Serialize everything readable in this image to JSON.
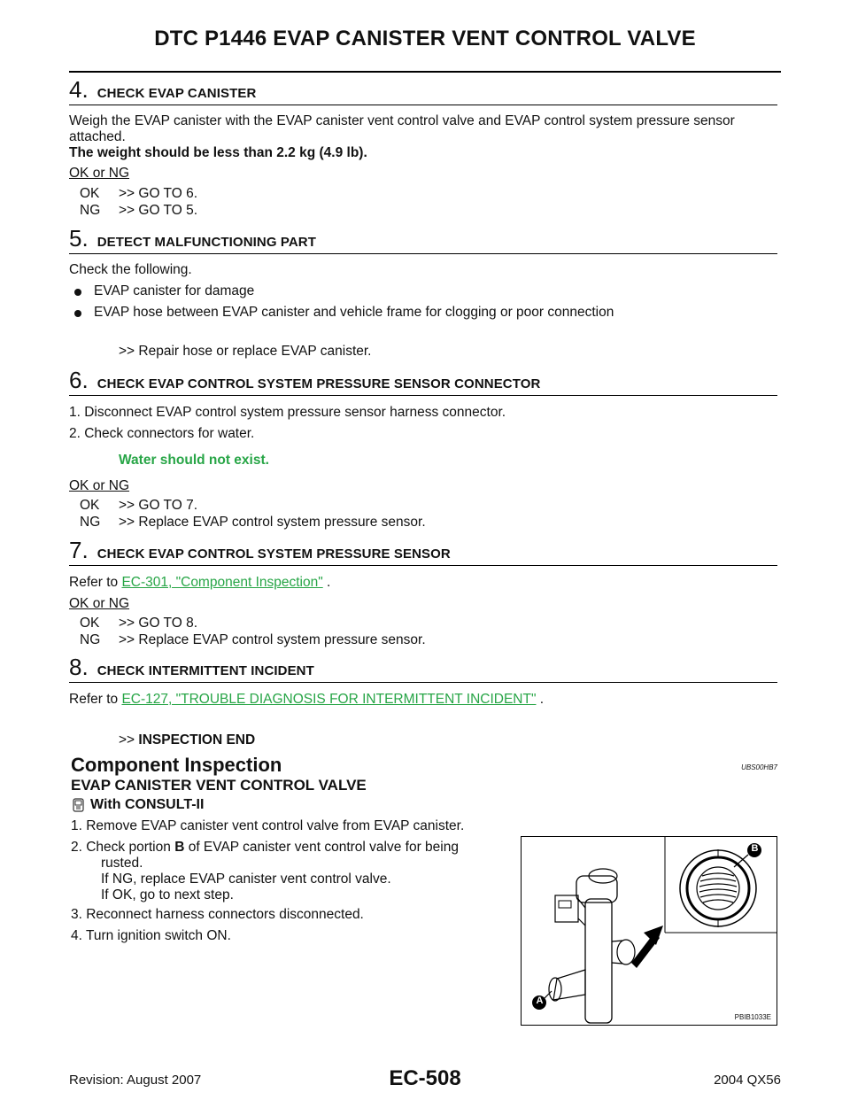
{
  "header": {
    "title": "DTC P1446 EVAP CANISTER VENT CONTROL VALVE"
  },
  "step4": {
    "num": "4.",
    "title": "CHECK EVAP CANISTER",
    "text_line1": "Weigh the EVAP canister with the EVAP canister vent control valve and EVAP control system pressure sensor",
    "text_line2": "attached.",
    "note": "The weight should be less than 2.2 kg (4.9 lb).",
    "oknt": "OK or NG",
    "ok_key": "OK",
    "ok_val": ">> GO TO 6.",
    "ng_key": "NG",
    "ng_val": ">> GO TO 5."
  },
  "step5": {
    "num": "5.",
    "title": "DETECT MALFUNCTIONING PART",
    "intro": "Check the following.",
    "bullet1": "EVAP canister for damage",
    "bullet2": "EVAP hose between EVAP canister and vehicle frame for clogging or poor connection",
    "action": ">> Repair hose or replace EVAP canister."
  },
  "step6": {
    "num": "6.",
    "title": "CHECK EVAP CONTROL SYSTEM PRESSURE SENSOR CONNECTOR",
    "item1": "1. Disconnect EVAP control system pressure sensor harness connector.",
    "item2": "2. Check connectors for water.",
    "note": "Water should not exist.",
    "oknt": "OK or NG",
    "ok_key": "OK",
    "ok_val": ">> GO TO 7.",
    "ng_key": "NG",
    "ng_val": ">> Replace EVAP control system pressure sensor."
  },
  "step7": {
    "num": "7.",
    "title": "CHECK EVAP CONTROL SYSTEM PRESSURE SENSOR",
    "refer": "Refer to ",
    "link": "EC-301, \"Component Inspection\"",
    "after": " .",
    "oknt": "OK or NG",
    "ok_key": "OK",
    "ok_val": ">> GO TO 8.",
    "ng_key": "NG",
    "ng_val": ">> Replace EVAP control system pressure sensor."
  },
  "step8": {
    "num": "8.",
    "title": "CHECK INTERMITTENT INCIDENT",
    "refer": "Refer to ",
    "link": "EC-127, \"TROUBLE DIAGNOSIS FOR INTERMITTENT INCIDENT\"",
    "after": " .",
    "end_prefix": ">> ",
    "end_label": "INSPECTION END"
  },
  "component": {
    "title": "Component Inspection",
    "code": "UBS00HB7",
    "subtitle": "EVAP CANISTER VENT CONTROL VALVE",
    "consult_label": "With CONSULT-II",
    "p1": "1. Remove EVAP canister vent control valve from EVAP canister.",
    "p2a": "2. Check portion ",
    "p2b": "B",
    "p2c": " of EVAP canister vent control valve for being",
    "p2d": "rusted.",
    "p2e": "If NG, replace EVAP canister vent control valve.",
    "p2f": "If OK, go to next step.",
    "p3": "3. Reconnect harness connectors disconnected.",
    "p4": "4. Turn ignition switch ON.",
    "figure_label_b": "B",
    "figure_label_a": "A",
    "figure_code": "PBIB1033E"
  },
  "footer": {
    "revision": "Revision: August 2007",
    "page": "EC-508",
    "model": "2004 QX56"
  }
}
